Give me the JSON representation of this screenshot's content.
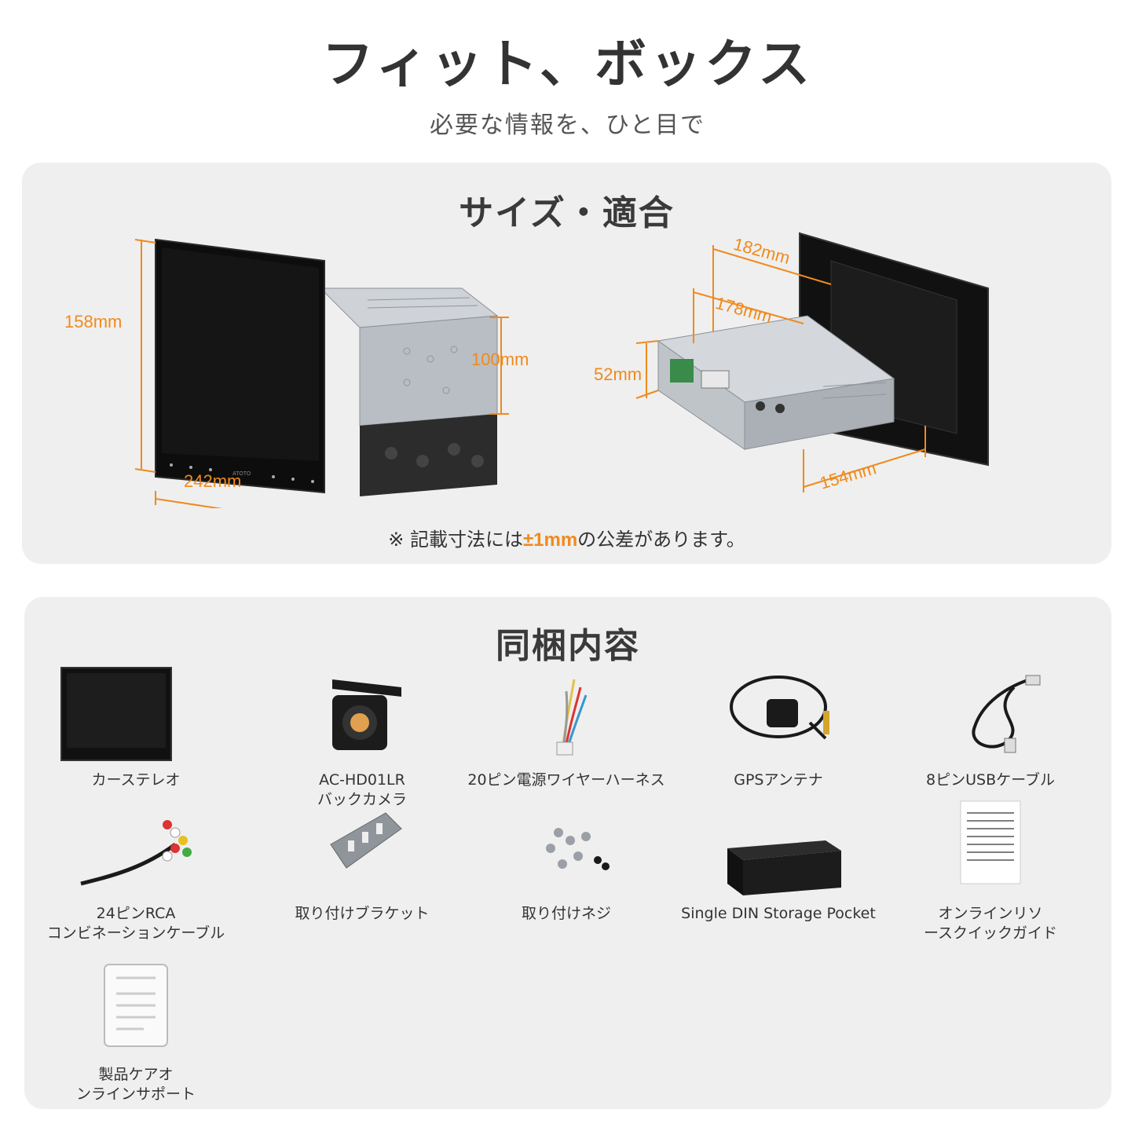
{
  "header": {
    "title": "フィット、ボックス",
    "subtitle": "必要な情報を、ひと目で"
  },
  "size_section": {
    "title": "サイズ・適合",
    "dims": {
      "height": "158mm",
      "width": "242mm",
      "chassis_height": "100mm",
      "depth_total": "182mm",
      "depth_chassis": "178mm",
      "din_height": "52mm",
      "chassis_width": "154mm"
    },
    "note_prefix": "※ 記載寸法には",
    "note_highlight": "±1mm",
    "note_suffix": "の公差があります。",
    "brand_mark": "ATOTO"
  },
  "box_section": {
    "title": "同梱内容",
    "items": [
      {
        "line1": "カーステレオ",
        "line2": "",
        "icon": "car-stereo-icon"
      },
      {
        "line1": "AC-HD01LR",
        "line2": "バックカメラ",
        "icon": "backup-camera-icon"
      },
      {
        "line1": "20ピン電源ワイヤーハーネス",
        "line2": "",
        "icon": "wire-harness-icon"
      },
      {
        "line1": "GPSアンテナ",
        "line2": "",
        "icon": "gps-antenna-icon"
      },
      {
        "line1": "8ピンUSBケーブル",
        "line2": "",
        "icon": "usb-cable-icon"
      },
      {
        "line1": "24ピンRCA",
        "line2": "コンビネーションケーブル",
        "icon": "rca-cable-icon"
      },
      {
        "line1": "取り付けブラケット",
        "line2": "",
        "icon": "bracket-icon"
      },
      {
        "line1": "取り付けネジ",
        "line2": "",
        "icon": "screws-icon"
      },
      {
        "line1": "Single DIN Storage Pocket",
        "line2": "",
        "icon": "storage-pocket-icon"
      },
      {
        "line1": "オンラインリソ",
        "line2": "ースクイックガイド",
        "icon": "quick-guide-icon"
      },
      {
        "line1": "製品ケアオ",
        "line2": "ンラインサポート",
        "icon": "care-card-icon"
      }
    ]
  }
}
